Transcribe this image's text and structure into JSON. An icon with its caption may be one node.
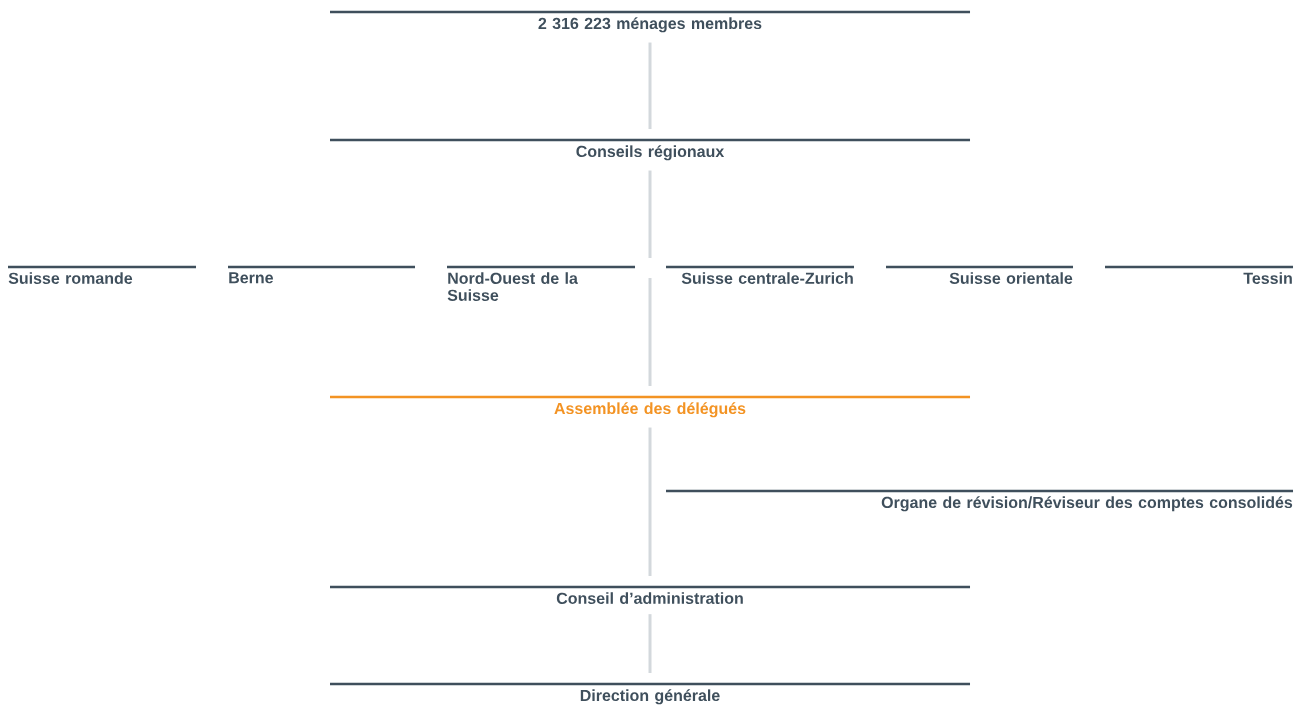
{
  "diagram": {
    "nodes": [
      {
        "text": [
          "2 316 223 ménages membres"
        ]
      },
      {
        "text": [
          "Conseils régionaux"
        ]
      },
      {
        "text": [
          "Suisse romande"
        ]
      },
      {
        "text": [
          "Berne"
        ]
      },
      {
        "text": [
          "Nord-Ouest de la Suisse"
        ]
      },
      {
        "text": [
          "Suisse centrale-Zurich"
        ]
      },
      {
        "text": [
          "Suisse orientale"
        ]
      },
      {
        "text": [
          "Tessin"
        ]
      },
      {
        "text": [
          "Assemblée des délégués"
        ]
      },
      {
        "text": [
          "Organe de révision/Réviseur des comptes consolidés"
        ]
      },
      {
        "text": [
          "Conseil d’administration"
        ]
      },
      {
        "text": [
          "Direction générale"
        ]
      }
    ],
    "edges": [
      {
        "from": 0,
        "to": 1,
        "arrow": "none"
      },
      {
        "from": 1,
        "to": null,
        "arrow": "none"
      },
      {
        "from": 4,
        "to": 8,
        "arrow": "none"
      },
      {
        "from": 8,
        "to": 10,
        "arrow": "none"
      },
      {
        "from": 10,
        "to": 11,
        "arrow": "none"
      }
    ]
  }
}
